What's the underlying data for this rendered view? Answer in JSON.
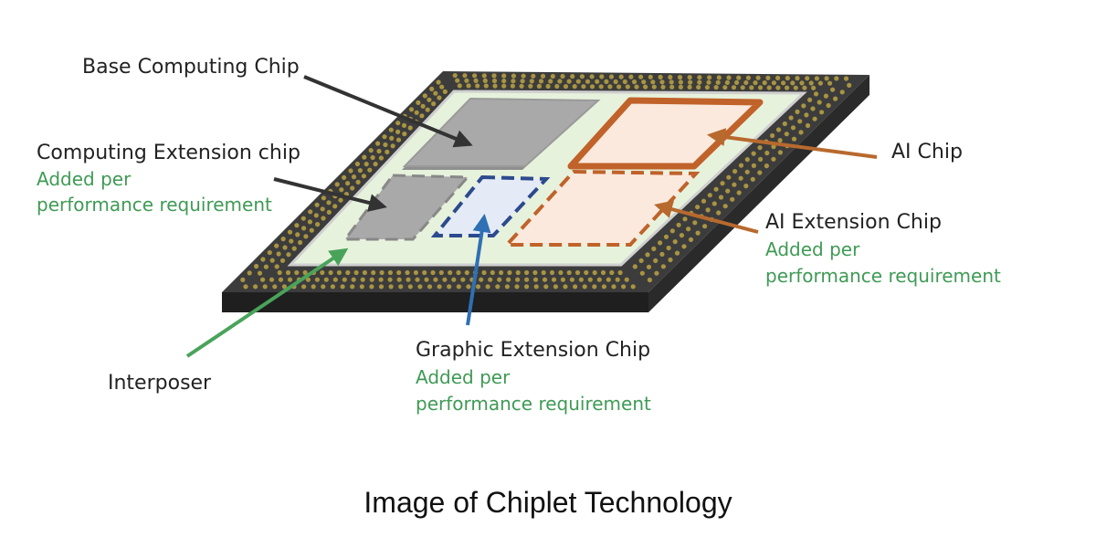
{
  "labels": {
    "base_computing": "Base Computing Chip",
    "computing_extension": "Computing Extension chip",
    "computing_extension_note_1": "Added per",
    "computing_extension_note_2": "performance requirement",
    "ai_chip": "AI Chip",
    "ai_extension": "AI Extension Chip",
    "ai_extension_note_1": "Added per",
    "ai_extension_note_2": "performance requirement",
    "interposer": "Interposer",
    "graphic_extension": "Graphic Extension Chip",
    "graphic_extension_note_1": "Added per",
    "graphic_extension_note_2": "performance requirement"
  },
  "caption": "Image of Chiplet Technology",
  "colors": {
    "substrate_top": "#3c3c3c",
    "substrate_side": "#1f1f1f",
    "pad": "#a89442",
    "interposer": "#e7f2dc",
    "interposer_edge": "#cfcfcf",
    "base_chip": "#a9a9a9",
    "ai_chip_fill": "#fbe9dd",
    "ai_chip_edge": "#c0622a",
    "graphic_fill": "#e4ebf6",
    "graphic_edge": "#2d4a8e",
    "note_green": "#3f9a55",
    "arrow_dark": "#333333",
    "arrow_orange": "#b8692e",
    "arrow_green": "#4aa35a",
    "arrow_blue": "#2f6fb4"
  }
}
